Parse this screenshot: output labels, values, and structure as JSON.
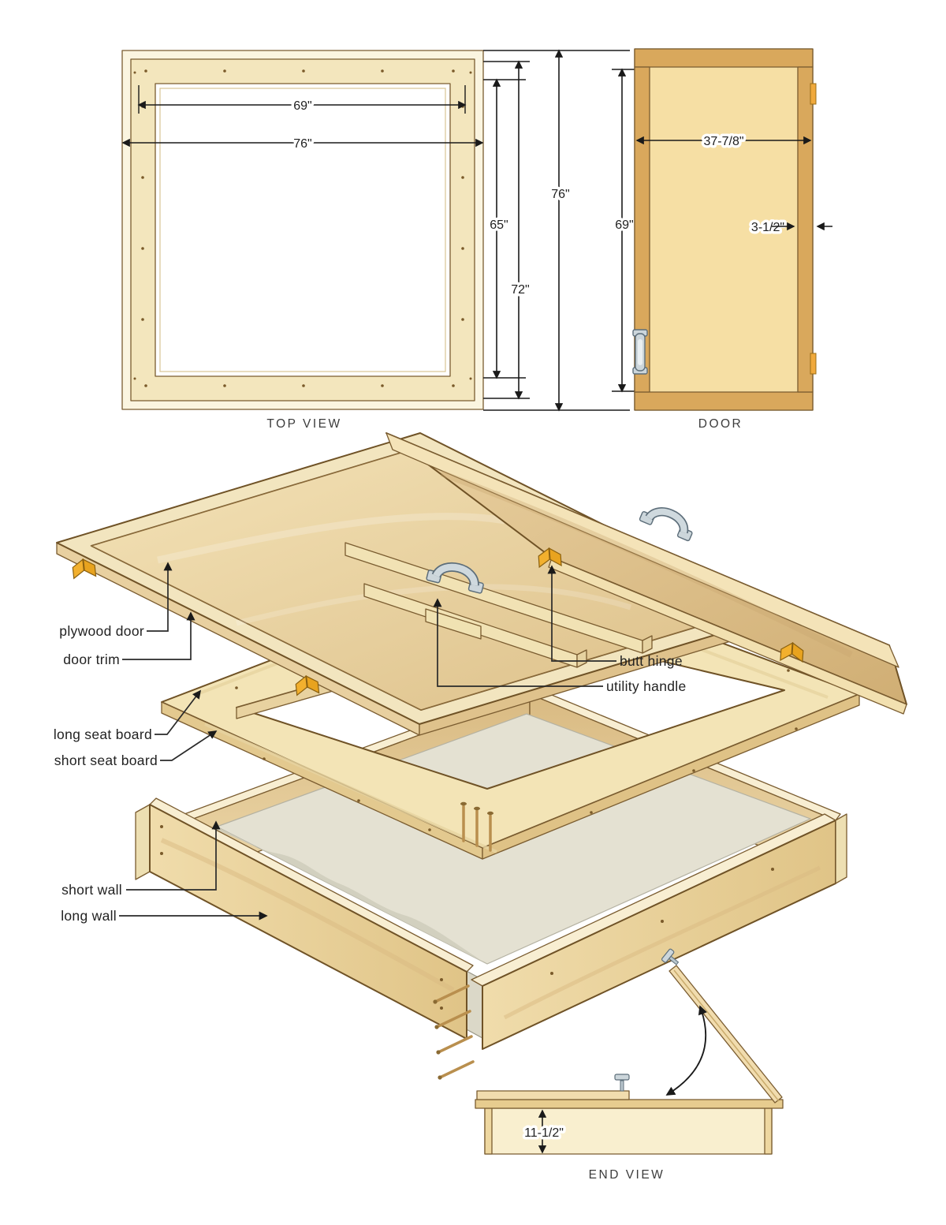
{
  "top_view": {
    "title": "TOP VIEW",
    "dim_inner_width": "69\"",
    "dim_outer_width": "76\"",
    "dim_inner_height": "65\"",
    "dim_mid_height": "72\"",
    "dim_outer_height": "76\""
  },
  "door": {
    "title": "DOOR",
    "dim_width": "37-7/8\"",
    "dim_trim_width": "3-1/2\"",
    "dim_height": "69\""
  },
  "end_view": {
    "title": "END VIEW",
    "dim_wall_height": "11-1/2\""
  },
  "exploded": {
    "plywood_door": "plywood door",
    "door_trim": "door trim",
    "long_seat_board": "long seat board",
    "short_seat_board": "short seat board",
    "short_wall": "short wall",
    "long_wall": "long wall",
    "butt_hinge": "butt hinge",
    "utility_handle": "utility handle"
  },
  "colors": {
    "wood_pale": "#fbf5e0",
    "wood_light": "#f3e6bd",
    "wood_mid": "#eed9a6",
    "wood_dark": "#d9a85c",
    "sand": "#e4e1d2",
    "hinge_orange": "#f2b02e",
    "handle_gray": "#ccd6db",
    "outline_brown": "#6f5226"
  }
}
